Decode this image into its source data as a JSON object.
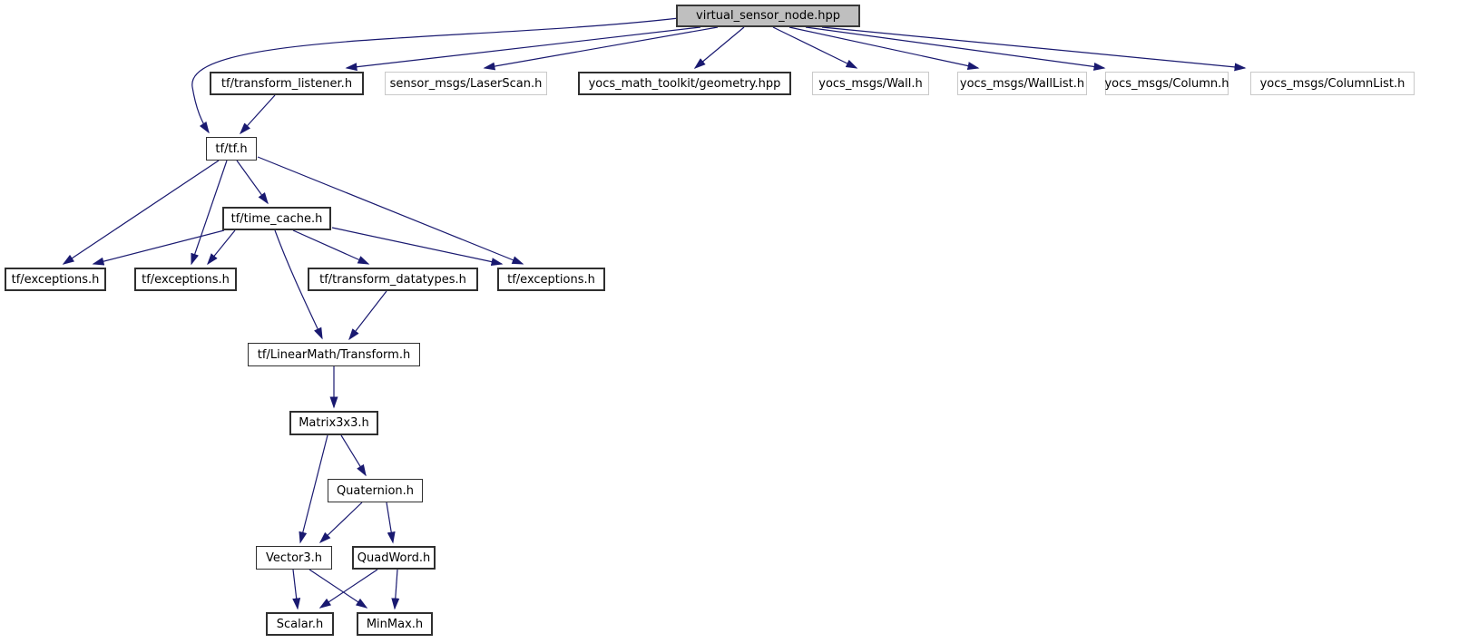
{
  "diagram": {
    "type": "include-dependency-graph",
    "background": "#ffffff",
    "edge_color": "#191970",
    "root_fill": "#bfbfbf"
  },
  "nodes": [
    {
      "id": "main",
      "label": "virtual_sensor_node.hpp"
    },
    {
      "id": "listener",
      "label": "tf/transform_listener.h"
    },
    {
      "id": "laserscan",
      "label": "sensor_msgs/LaserScan.h"
    },
    {
      "id": "geometry",
      "label": "yocs_math_toolkit/geometry.hpp"
    },
    {
      "id": "wall",
      "label": "yocs_msgs/Wall.h"
    },
    {
      "id": "walllist",
      "label": "yocs_msgs/WallList.h"
    },
    {
      "id": "column",
      "label": "yocs_msgs/Column.h"
    },
    {
      "id": "columnlist",
      "label": "yocs_msgs/ColumnList.h"
    },
    {
      "id": "tfh",
      "label": "tf/tf.h"
    },
    {
      "id": "timecache",
      "label": "tf/time_cache.h"
    },
    {
      "id": "exc1",
      "label": "tf/exceptions.h"
    },
    {
      "id": "exc2",
      "label": "tf/exceptions.h"
    },
    {
      "id": "datatypes",
      "label": "tf/transform_datatypes.h"
    },
    {
      "id": "exc3",
      "label": "tf/exceptions.h"
    },
    {
      "id": "transform",
      "label": "tf/LinearMath/Transform.h"
    },
    {
      "id": "matrix",
      "label": "Matrix3x3.h"
    },
    {
      "id": "quaternion",
      "label": "Quaternion.h"
    },
    {
      "id": "vector3",
      "label": "Vector3.h"
    },
    {
      "id": "quadword",
      "label": "QuadWord.h"
    },
    {
      "id": "scalar",
      "label": "Scalar.h"
    },
    {
      "id": "minmax",
      "label": "MinMax.h"
    }
  ],
  "edges": [
    {
      "from": "main",
      "to": "tfh"
    },
    {
      "from": "main",
      "to": "listener"
    },
    {
      "from": "main",
      "to": "laserscan"
    },
    {
      "from": "main",
      "to": "geometry"
    },
    {
      "from": "main",
      "to": "wall"
    },
    {
      "from": "main",
      "to": "walllist"
    },
    {
      "from": "main",
      "to": "column"
    },
    {
      "from": "main",
      "to": "columnlist"
    },
    {
      "from": "listener",
      "to": "tfh"
    },
    {
      "from": "tfh",
      "to": "exc1"
    },
    {
      "from": "tfh",
      "to": "exc2"
    },
    {
      "from": "tfh",
      "to": "timecache"
    },
    {
      "from": "tfh",
      "to": "exc3"
    },
    {
      "from": "timecache",
      "to": "exc1"
    },
    {
      "from": "timecache",
      "to": "exc2"
    },
    {
      "from": "timecache",
      "to": "datatypes"
    },
    {
      "from": "timecache",
      "to": "exc3"
    },
    {
      "from": "timecache",
      "to": "transform"
    },
    {
      "from": "datatypes",
      "to": "transform"
    },
    {
      "from": "transform",
      "to": "matrix"
    },
    {
      "from": "matrix",
      "to": "quaternion"
    },
    {
      "from": "matrix",
      "to": "vector3"
    },
    {
      "from": "quaternion",
      "to": "vector3"
    },
    {
      "from": "quaternion",
      "to": "quadword"
    },
    {
      "from": "vector3",
      "to": "scalar"
    },
    {
      "from": "vector3",
      "to": "minmax"
    },
    {
      "from": "quadword",
      "to": "scalar"
    },
    {
      "from": "quadword",
      "to": "minmax"
    }
  ]
}
